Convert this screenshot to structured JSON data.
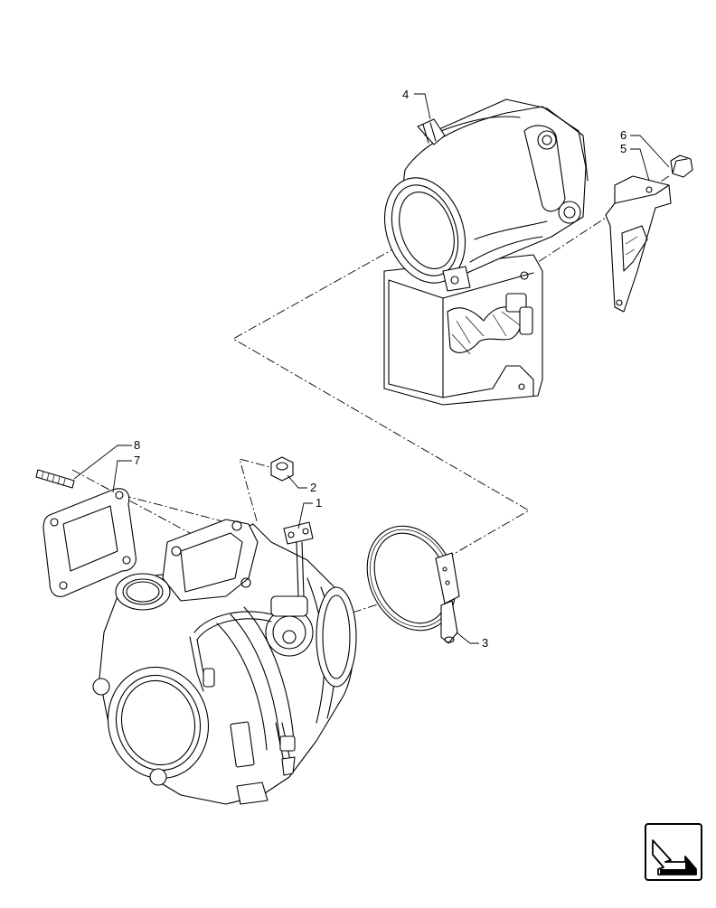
{
  "callouts": {
    "c1": "1",
    "c2": "2",
    "c3": "3",
    "c4": "4",
    "c5": "5",
    "c6": "6",
    "c7": "7",
    "c8": "8"
  },
  "nav_icon": "return-arrow-icon"
}
